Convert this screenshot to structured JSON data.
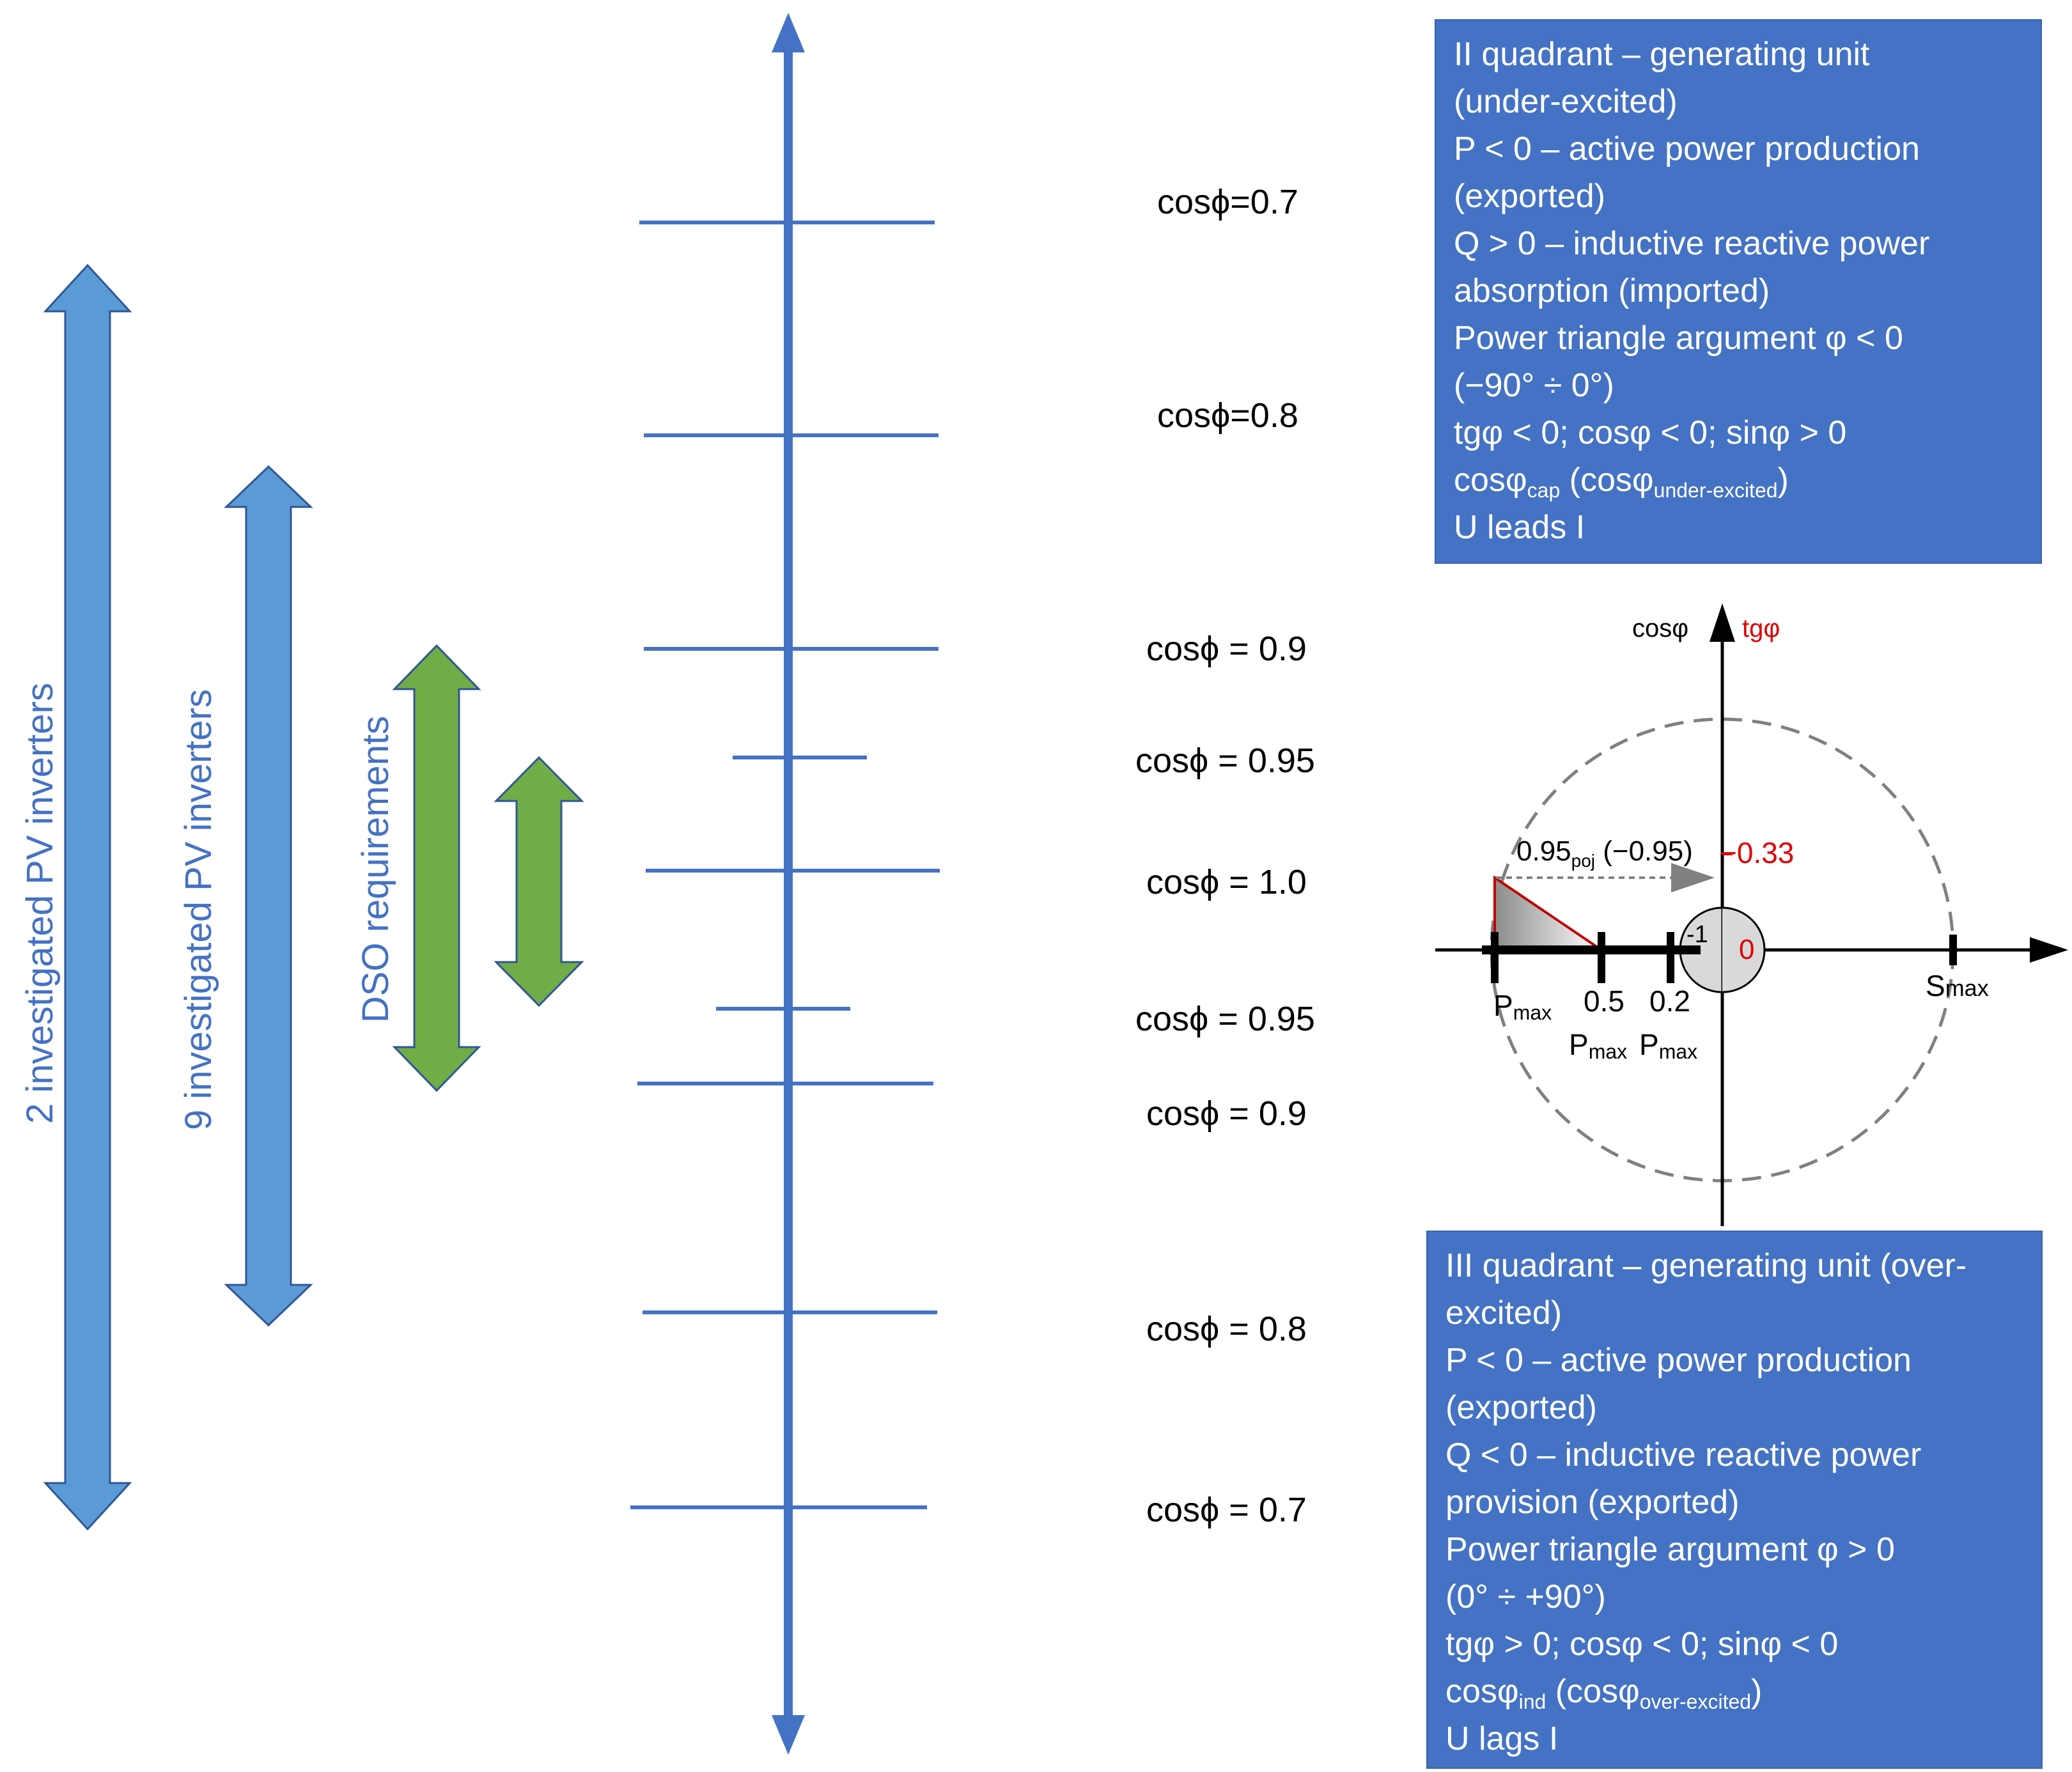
{
  "scale": {
    "labels": [
      "cosϕ=0.7",
      "cosϕ=0.8",
      "cosϕ = 0.9",
      "cosϕ = 0.95",
      "cosϕ = 1.0",
      "cosϕ = 0.95",
      "cosϕ = 0.9",
      "cosϕ = 0.8",
      "cosϕ = 0.7"
    ]
  },
  "ranges": {
    "inverters_2": "2 investigated PV inverters",
    "inverters_9": "9 investigated PV inverters",
    "dso": "DSO requirements"
  },
  "quadrant_ii": {
    "lines": [
      "II quadrant – generating unit",
      "(under-excited)",
      "P < 0 – active power production",
      "(exported)",
      "Q > 0 – inductive reactive power",
      "absorption (imported)",
      "Power triangle argument φ < 0",
      "(−90° ÷ 0°)",
      "tgφ < 0; cosφ < 0; sinφ > 0"
    ],
    "cos_base": "cosφ",
    "cos_sub": "cap",
    "cos_paren": " (cosφ",
    "cos_paren_sub": "under-excited",
    "cos_close": ")",
    "last": "U leads I"
  },
  "quadrant_iii": {
    "lines": [
      "III quadrant – generating unit (over-",
      "excited)",
      "P < 0 – active power production",
      "(exported)",
      "Q < 0 – inductive reactive power",
      "provision (exported)",
      "Power triangle argument φ > 0",
      "(0° ÷ +90°)",
      "tgφ > 0; cosφ < 0; sinφ < 0"
    ],
    "cos_base": "cosφ",
    "cos_sub": "ind",
    "cos_paren": " (cosφ",
    "cos_paren_sub": "over-excited",
    "cos_close": ")",
    "last": "U lags  I"
  },
  "circle_diagram": {
    "y_axis_label": "cosφ",
    "y_axis_label2": "tgφ",
    "arrow_main": "0.95",
    "arrow_sub": "poj",
    "arrow_rest": " (−0.95)",
    "tg_value": "−0.33",
    "zero": "0",
    "minus_one": "-1",
    "pmax_p": "P",
    "pmax_sub": "max",
    "half": "0.5",
    "fifth": "0.2",
    "smax_s": "S",
    "smax_sub": "max",
    "colors": {
      "red": "#e00000",
      "grey": "#808080"
    }
  },
  "colors": {
    "blue_axis": "#4472C4",
    "light_blue": "#5B9BD5",
    "green": "#70AD47",
    "box": "#4472C4"
  }
}
